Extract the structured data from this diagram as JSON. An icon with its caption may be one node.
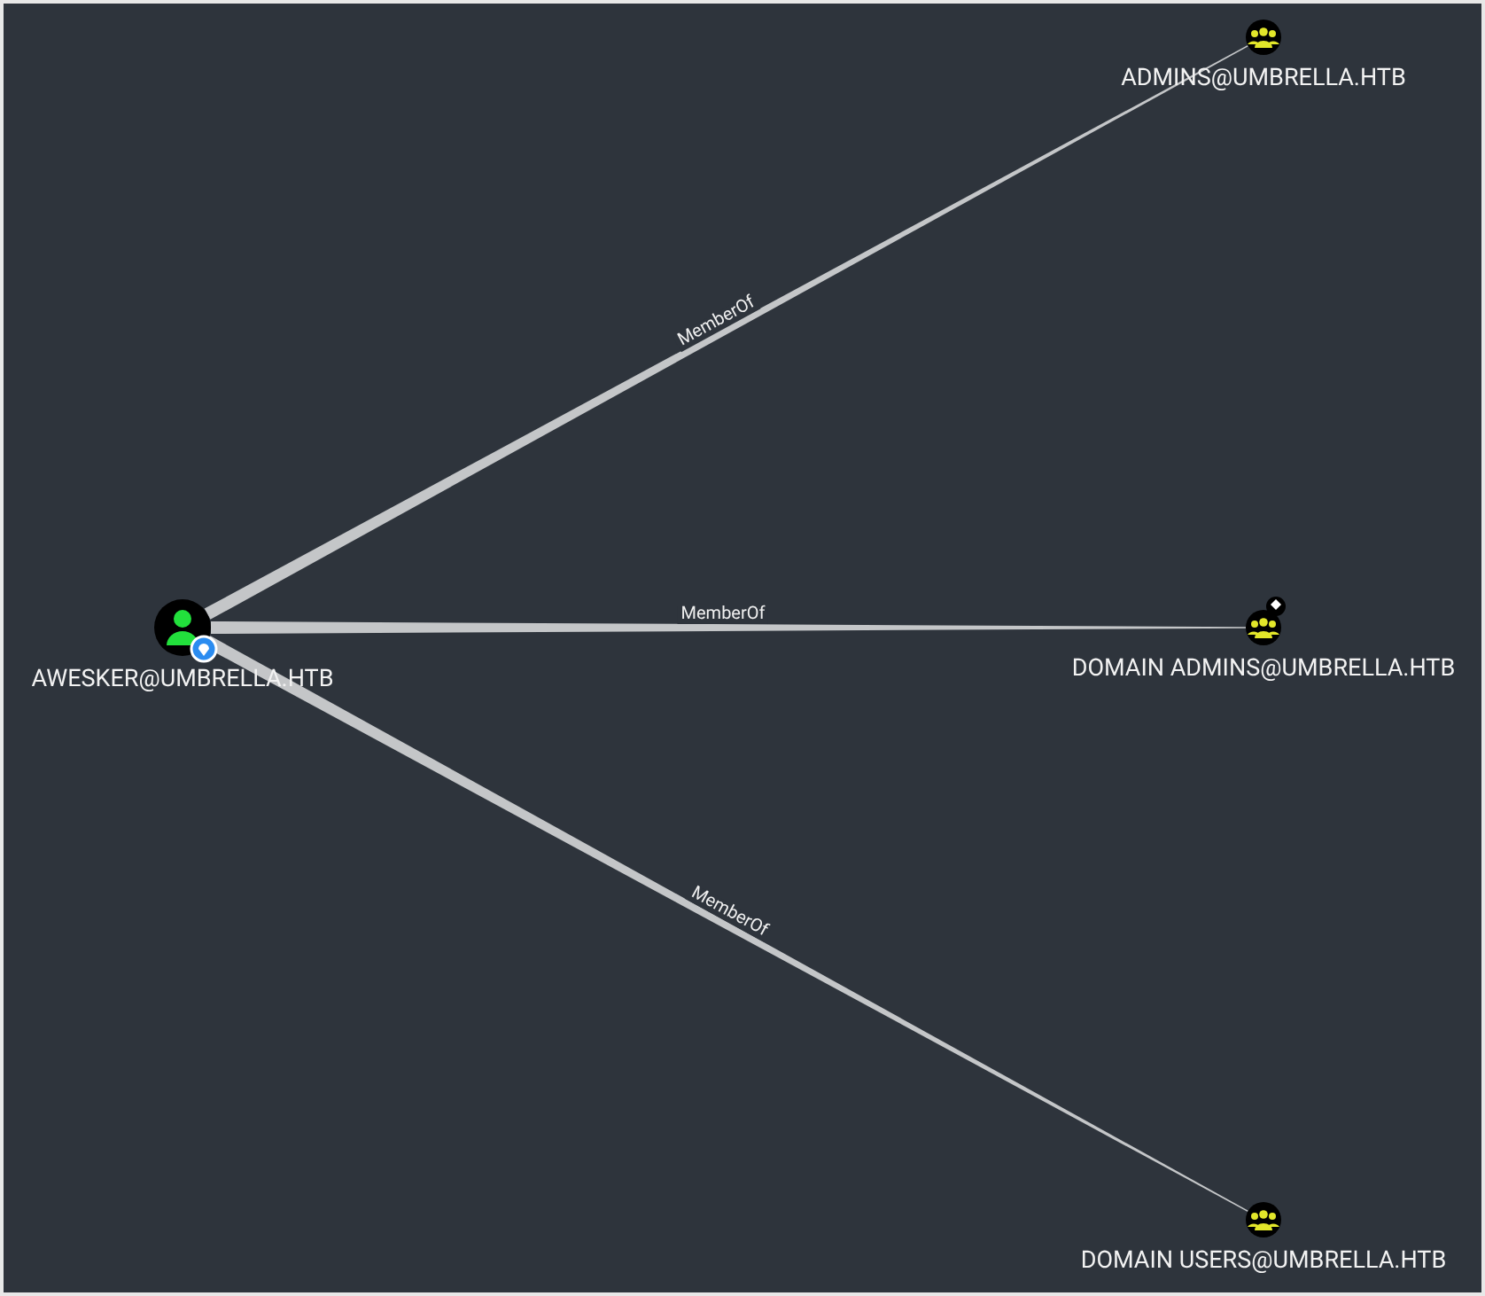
{
  "diagram": {
    "nodes": [
      {
        "text": [
          "AWESKER@UMBRELLA.HTB"
        ]
      },
      {
        "text": [
          "ADMINS@UMBRELLA.HTB"
        ]
      },
      {
        "text": [
          "DOMAIN ADMINS@UMBRELLA.HTB"
        ]
      },
      {
        "text": [
          "DOMAIN USERS@UMBRELLA.HTB"
        ]
      }
    ],
    "edges": [
      {
        "from": 0,
        "to": 1,
        "label": "MemberOf",
        "arrow": "none"
      },
      {
        "from": 0,
        "to": 2,
        "label": "MemberOf",
        "arrow": "none"
      },
      {
        "from": 0,
        "to": 3,
        "label": "MemberOf",
        "arrow": "none"
      }
    ]
  }
}
